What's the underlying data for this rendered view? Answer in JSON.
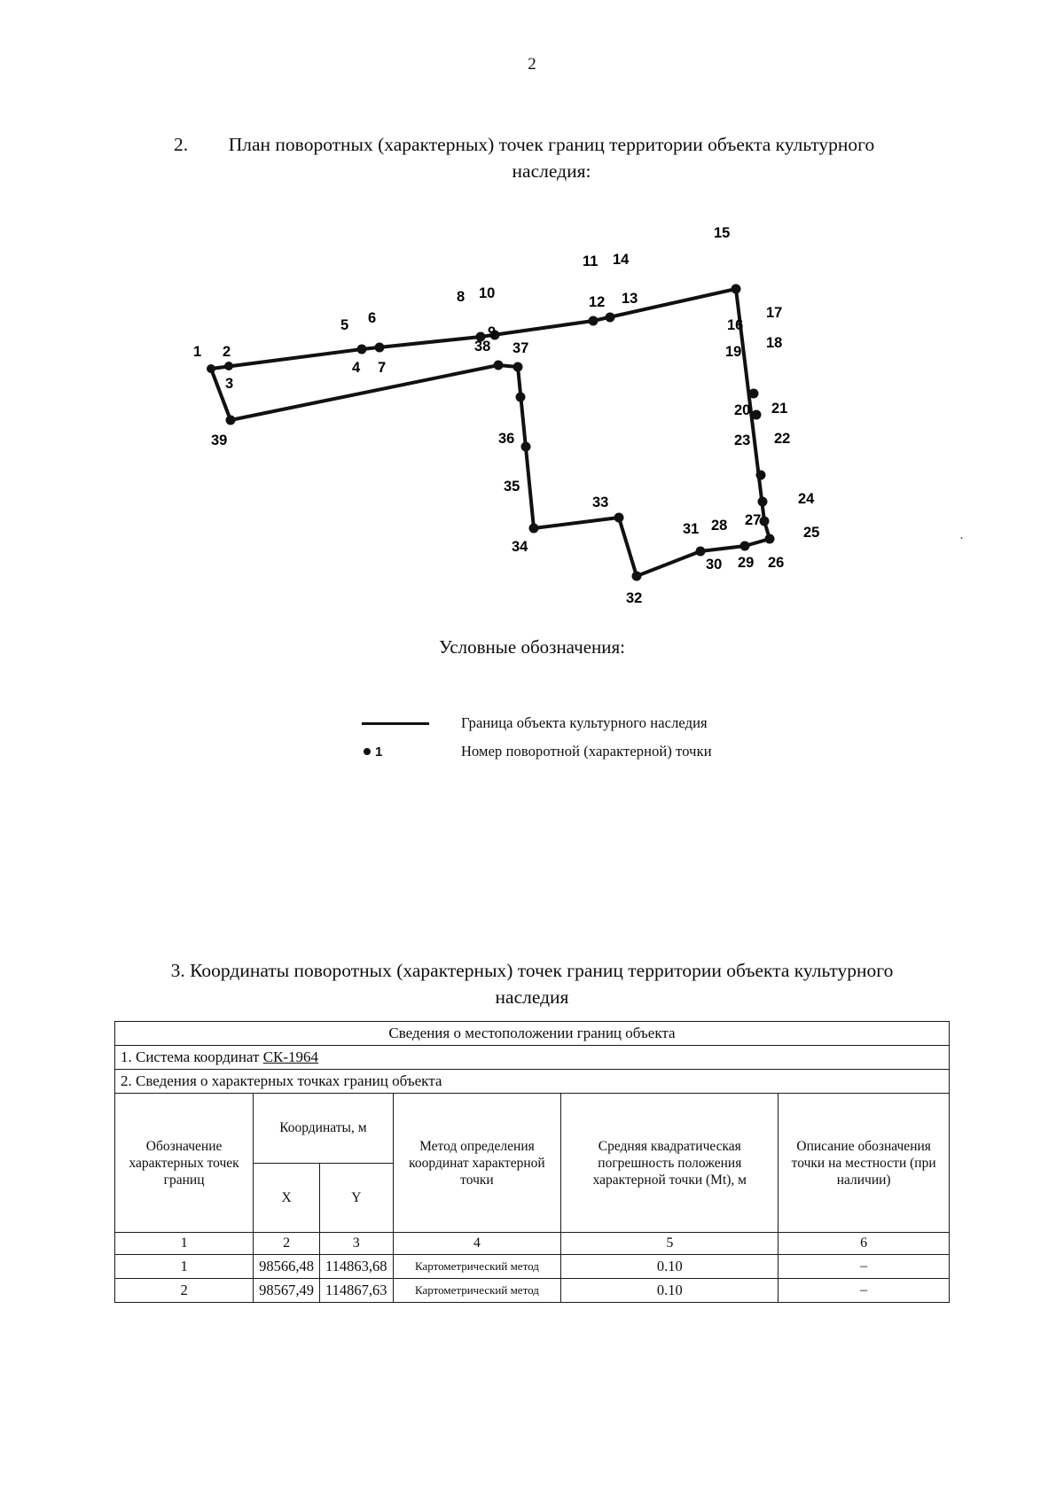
{
  "page": {
    "number": "2",
    "side_mark": "·"
  },
  "headings": {
    "plan_number": "2.",
    "plan_title": "План поворотных (характерных) точек границ территории объекта культурного наследия:",
    "coords_title": "3. Координаты поворотных (характерных) точек границ территории объекта культурного наследия"
  },
  "legend": {
    "title": "Условные обозначения:",
    "items": [
      {
        "symbol": "line",
        "label": "Граница объекта культурного наследия"
      },
      {
        "symbol": "point",
        "point_number": "1",
        "label": "Номер поворотной (характерной) точки"
      }
    ]
  },
  "diagram": {
    "type": "boundary-plan",
    "point_labels": [
      "1",
      "2",
      "3",
      "4",
      "5",
      "6",
      "7",
      "8",
      "9",
      "10",
      "11",
      "12",
      "13",
      "14",
      "15",
      "16",
      "17",
      "18",
      "19",
      "20",
      "21",
      "22",
      "23",
      "24",
      "25",
      "26",
      "27",
      "28",
      "29",
      "30",
      "31",
      "32",
      "33",
      "34",
      "35",
      "36",
      "37",
      "38",
      "39"
    ]
  },
  "table": {
    "title": "Сведения о местоположении границ объекта",
    "row_coord_system": "1. Система координат ",
    "coord_system_value": "СК-1964",
    "row_points_info": "2. Сведения о характерных точках границ объекта",
    "headers": {
      "designation": "Обозначение характерных точек границ",
      "coordinates_group": "Координаты, м",
      "x": "X",
      "y": "Y",
      "method": "Метод определения координат характерной точки",
      "error": "Средняя квадратическая погрешность положения характерной точки (Мt), м",
      "description": "Описание обозначения точки на местности (при наличии)"
    },
    "column_numbers": [
      "1",
      "2",
      "3",
      "4",
      "5",
      "6"
    ],
    "rows": [
      {
        "designation": "1",
        "x": "98566,48",
        "y": "114863,68",
        "method": "Картометрический метод",
        "error": "0.10",
        "description": "–"
      },
      {
        "designation": "2",
        "x": "98567,49",
        "y": "114867,63",
        "method": "Картометрический метод",
        "error": "0.10",
        "description": "–"
      }
    ]
  }
}
